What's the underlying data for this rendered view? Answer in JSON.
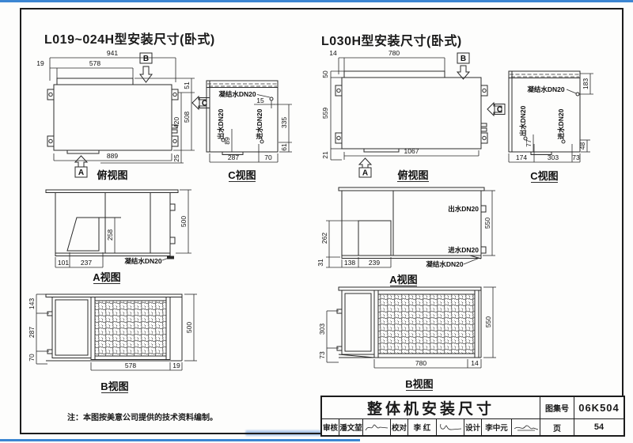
{
  "arrows": {
    "a": "A",
    "b": "B",
    "c": "C"
  },
  "left": {
    "title": "L019~024H型安装尺寸(卧式)",
    "top_view": {
      "label": "俯视图",
      "d941": "941",
      "d578": "578",
      "d19": "19",
      "d51": "51",
      "d420": "420",
      "d508": "508",
      "d25": "25",
      "d889": "889"
    },
    "c_view": {
      "label": "C视图",
      "condensate": "凝结水DN20",
      "d15": "15",
      "outlet": "出水DN20",
      "inlet": "进水DN20",
      "d89": "89",
      "d335": "335",
      "d61": "61",
      "d287": "287",
      "d70": "70"
    },
    "a_view": {
      "label": "A视图",
      "d500": "500",
      "d258": "258",
      "d101": "101",
      "d237": "237",
      "condensate": "凝结水DN20"
    },
    "b_view": {
      "label": "B视图",
      "d143": "143",
      "d287": "287",
      "d70": "70",
      "d578": "578",
      "d19": "19",
      "d500": "500"
    }
  },
  "right": {
    "title": "L030H型安装尺寸(卧式)",
    "top_view": {
      "label": "俯视图",
      "d780": "780",
      "d14": "14",
      "d50": "50",
      "d559": "559",
      "d21": "21",
      "d1067": "1067"
    },
    "c_view": {
      "label": "C视图",
      "condensate": "凝结水DN20",
      "d183": "183",
      "outlet": "出水DN20",
      "inlet": "进水DN20",
      "d77": "77",
      "d48": "48",
      "d174": "174",
      "d303": "303",
      "d73": "73"
    },
    "a_view": {
      "label": "A视图",
      "d550": "550",
      "d262": "262",
      "d31": "31",
      "d138": "138",
      "d239": "239",
      "outlet": "出水DN20",
      "inlet": "进水DN20",
      "condensate": "凝结水DN20"
    },
    "b_view": {
      "label": "B视图",
      "d303": "303",
      "d73": "73",
      "d780": "780",
      "d14": "14",
      "d550": "550"
    }
  },
  "note": "注：本图按美意公司提供的技术资料编制。",
  "titleblock": {
    "title": "整体机安装尺寸",
    "atlas_label": "图集号",
    "atlas_no": "06K504",
    "page_label": "页",
    "page_no": "54",
    "reviewer_label": "审核",
    "reviewer_name": "潘文堃",
    "proofreader_label": "校对",
    "proofreader_name": "李 红",
    "designer_label": "设计",
    "designer_name": "李中元"
  }
}
